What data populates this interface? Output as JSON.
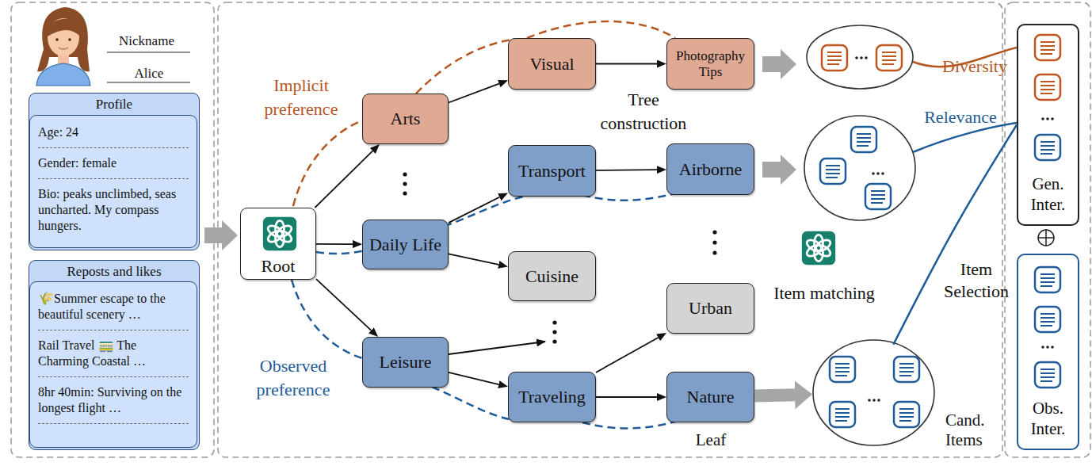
{
  "diagram": {
    "nodes": [
      {
        "text": [
          "Profile"
        ]
      },
      {
        "text": [
          "Age: 24",
          "Gender: female",
          "Bio: peaks unclimbed, seas uncharted. My compass hungers."
        ],
        "in": 0
      },
      {
        "text": [
          "Reposts and likes"
        ]
      },
      {
        "text": [
          "🌾Summer escape to the beautiful scenery …",
          "Rail Travel 🚃 The Charming Coastal …",
          "8hr 40min: Surviving on the longest flight …"
        ],
        "in": 2
      },
      {
        "text": [
          "Root"
        ]
      },
      {
        "text": [
          "Arts"
        ]
      },
      {
        "text": [
          "Daily Life"
        ]
      },
      {
        "text": [
          "Leisure"
        ]
      },
      {
        "text": [
          "Visual"
        ]
      },
      {
        "text": [
          "Transport"
        ]
      },
      {
        "text": [
          "Cuisine"
        ]
      },
      {
        "text": [
          "Traveling"
        ]
      },
      {
        "text": [
          "Photography Tips"
        ]
      },
      {
        "text": [
          "Airborne"
        ]
      },
      {
        "text": [
          "Urban"
        ]
      },
      {
        "text": [
          "Nature"
        ]
      },
      {
        "text": [
          "Cand. Items"
        ]
      },
      {
        "text": [
          "Gen. Inter."
        ]
      },
      {
        "text": [
          "Obs. Inter."
        ]
      }
    ],
    "edges": [
      {
        "from": 4,
        "to": 5,
        "arrow": "to"
      },
      {
        "from": 4,
        "to": 6,
        "arrow": "to"
      },
      {
        "from": 4,
        "to": 7,
        "arrow": "to"
      },
      {
        "from": 5,
        "to": 8,
        "arrow": "to"
      },
      {
        "from": 6,
        "to": 9,
        "arrow": "to"
      },
      {
        "from": 6,
        "to": 10,
        "arrow": "to"
      },
      {
        "from": 7,
        "to": 11,
        "arrow": "to"
      },
      {
        "from": 8,
        "to": 12,
        "arrow": "to"
      },
      {
        "from": 9,
        "to": 13,
        "arrow": "to"
      },
      {
        "from": 11,
        "to": 14,
        "arrow": "to"
      },
      {
        "from": 11,
        "to": 15,
        "arrow": "to"
      },
      {
        "from": 15,
        "to": 16,
        "arrow": "to"
      },
      {
        "from": 16,
        "to": 17,
        "label": "Item Selection",
        "arrow": "none"
      }
    ],
    "labels": [
      "Nickname",
      "Alice",
      "Implicit preference",
      "Observed preference",
      "Tree construction",
      "Item matching",
      "Leaf",
      "Diversity",
      "Relevance"
    ]
  }
}
